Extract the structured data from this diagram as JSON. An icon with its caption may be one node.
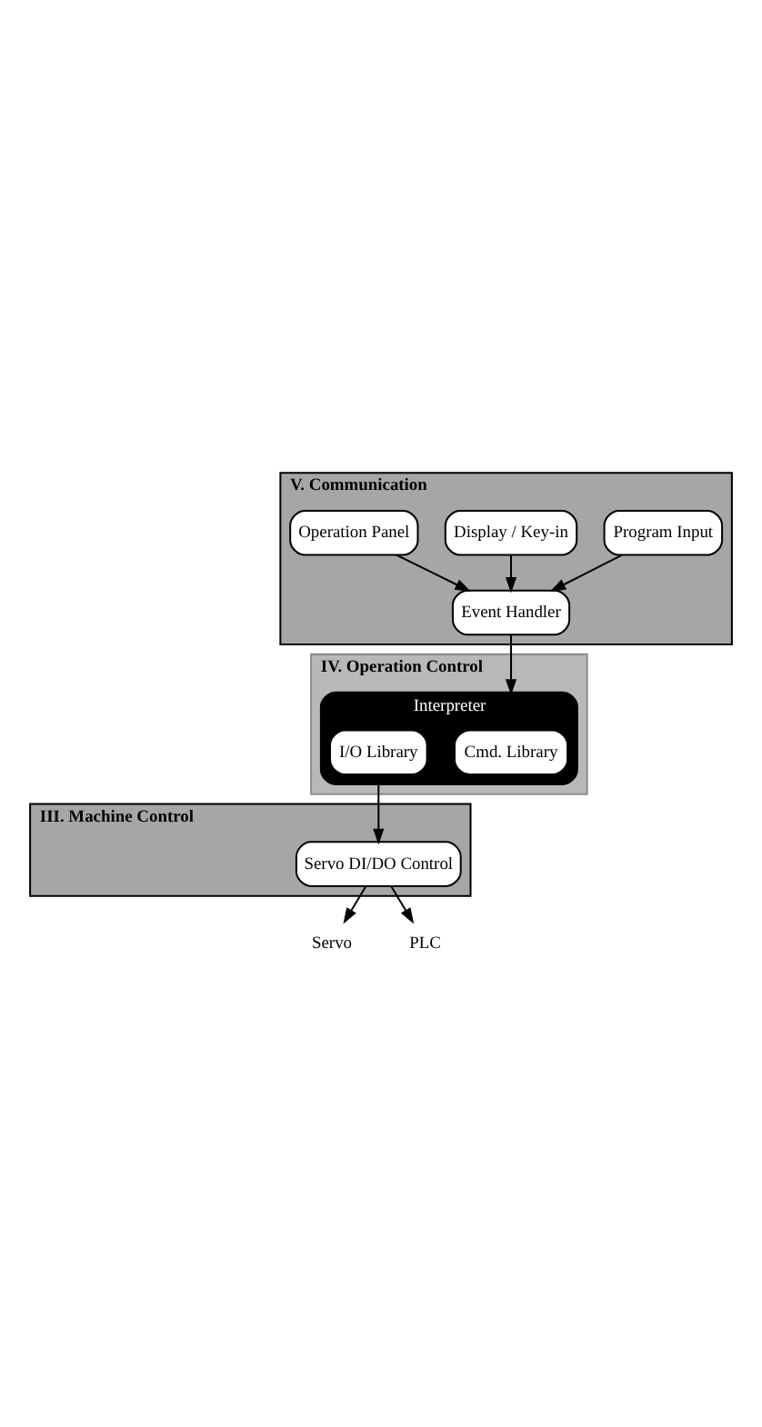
{
  "diagram": {
    "nodes": [
      {
        "text": [
          "V. Communication"
        ]
      },
      {
        "text": [
          "Program Input"
        ],
        "in": 0
      },
      {
        "text": [
          "Display / Key-in"
        ],
        "in": 0
      },
      {
        "text": [
          "Operation Panel"
        ],
        "in": 0
      },
      {
        "text": [
          "Event Handler"
        ],
        "in": 0
      },
      {
        "text": [
          "IV. Operation Control"
        ]
      },
      {
        "text": [
          "Interpreter"
        ],
        "in": 5
      },
      {
        "text": [
          "Cmd. Library"
        ],
        "in": 6
      },
      {
        "text": [
          "I/O Library"
        ],
        "in": 6
      },
      {
        "text": [
          "III. Machine Control"
        ]
      },
      {
        "text": [
          "Servo DI/DO Control"
        ],
        "in": 9
      },
      {
        "text": [
          "Servo"
        ]
      },
      {
        "text": [
          "PLC"
        ]
      }
    ],
    "edges": [
      {
        "from": 1,
        "to": 4,
        "arrow": "to"
      },
      {
        "from": 2,
        "to": 4,
        "arrow": "to"
      },
      {
        "from": 3,
        "to": 4,
        "arrow": "to"
      },
      {
        "from": 4,
        "to": 6,
        "arrow": "to"
      },
      {
        "from": 8,
        "to": 10,
        "arrow": "to"
      },
      {
        "from": 10,
        "to": 11,
        "arrow": "to"
      },
      {
        "from": 10,
        "to": 12,
        "arrow": "to"
      }
    ]
  }
}
